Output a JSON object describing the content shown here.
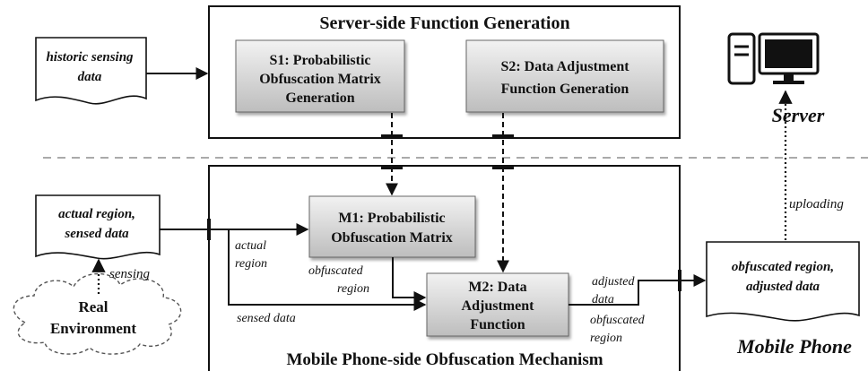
{
  "colors": {
    "box_fill_top": "#f2f2f2",
    "box_fill_bottom": "#bdbdbd",
    "stroke": "#111111",
    "divider": "#aaaaaa"
  },
  "server_side": {
    "title": "Server-side Function Generation",
    "s1": [
      "S1: Probabilistic",
      "Obfuscation Matrix",
      "Generation"
    ],
    "s2": [
      "S2: Data Adjustment",
      "Function Generation"
    ]
  },
  "mobile_side": {
    "title": "Mobile Phone-side Obfuscation Mechanism",
    "m1": [
      "M1: Probabilistic",
      "Obfuscation Matrix"
    ],
    "m2": [
      "M2: Data",
      "Adjustment",
      "Function"
    ]
  },
  "documents": {
    "historic": [
      "historic sensing",
      "data"
    ],
    "actual": [
      "actual region,",
      "sensed data"
    ],
    "obfuscated": [
      "obfuscated region,",
      "adjusted data"
    ]
  },
  "environment": [
    "Real",
    "Environment"
  ],
  "edge_labels": {
    "sensing": "sensing",
    "actual_region": [
      "actual",
      "region"
    ],
    "obfuscated_region_1": [
      "obfuscated",
      "region"
    ],
    "sensed_data": "sensed data",
    "adjusted_data": [
      "adjusted",
      "data"
    ],
    "obfuscated_region_2": [
      "obfuscated",
      "region"
    ],
    "uploading": "uploading"
  },
  "side_labels": {
    "server": "Server",
    "mobile_phone": "Mobile Phone"
  },
  "icons": {
    "server": "desktop-computer-icon"
  }
}
